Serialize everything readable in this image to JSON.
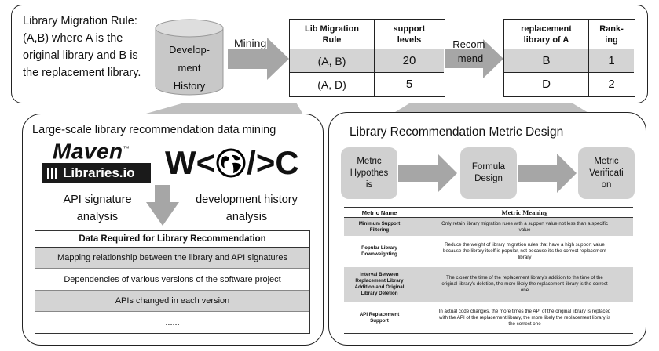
{
  "top": {
    "rule_text": "Library Migration Rule:\n(A,B) where A is the\noriginal library and B is\nthe replacement library.",
    "cylinder_label": "Develop-\nment\nHistory",
    "mining_label": "Mining",
    "recommend_label": "Recom-\nmend",
    "left_table": {
      "headers": [
        "Lib Migration\nRule",
        "support\nlevels"
      ],
      "rows": [
        [
          "(A, B)",
          "20"
        ],
        [
          "(A, D)",
          "5"
        ]
      ]
    },
    "right_table": {
      "headers": [
        "replacement\nlibrary of A",
        "Rank-\ning"
      ],
      "rows": [
        [
          "B",
          "1"
        ],
        [
          "D",
          "2"
        ]
      ]
    }
  },
  "left_panel": {
    "title": "Large-scale library recommendation data mining",
    "maven_logo": "Maven",
    "maven_tm": "™",
    "libraries_logo": "Libraries.io",
    "w3c_logo_left": "W<",
    "w3c_logo_right": "/>C",
    "api_text": "API signature\nanalysis",
    "dev_text": "development history\nanalysis",
    "data_table": {
      "header": "Data Required for Library Recommendation",
      "rows": [
        "Mapping relationship between the library and API signatures",
        "Dependencies of various versions of the software project",
        "APIs changed in each version",
        "......"
      ]
    }
  },
  "right_panel": {
    "title": "Library Recommendation Metric Design",
    "flow": [
      "Metric\nHypothes\nis",
      "Formula\nDesign",
      "Metric\nVerificati\non"
    ],
    "metric_table": {
      "headers": [
        "Metric Name",
        "Metric Meaning"
      ],
      "rows": [
        {
          "name": "Minimum Support\nFiltering",
          "meaning": "Only retain library migration rules with a support value not less than a specific\nvalue"
        },
        {
          "name": "Popular Library\nDownweighting",
          "meaning": "Reduce the weight of library migration rules that have a high support value\nbecause the library itself is popular, not because it's the correct replacement\nlibrary"
        },
        {
          "name": "Interval Between\nReplacement Library\nAddition and Original\nLibrary Deletion",
          "meaning": "The closer the time of the replacement library's addition to the time of the\noriginal library's deletion, the more likely the replacement library is the correct\none"
        },
        {
          "name": "API Replacement\nSupport",
          "meaning": "In actual code changes, the more times the API of the original library is replaced\nwith the API of the replacement library, the more likely the replacement library is\nthe correct one"
        }
      ]
    }
  },
  "colors": {
    "grey_fill": "#d4d4d4",
    "arrow_fill": "#a6a6a6",
    "funnel_fill": "#bfbfbf",
    "flow_box": "#d0d0d0"
  }
}
